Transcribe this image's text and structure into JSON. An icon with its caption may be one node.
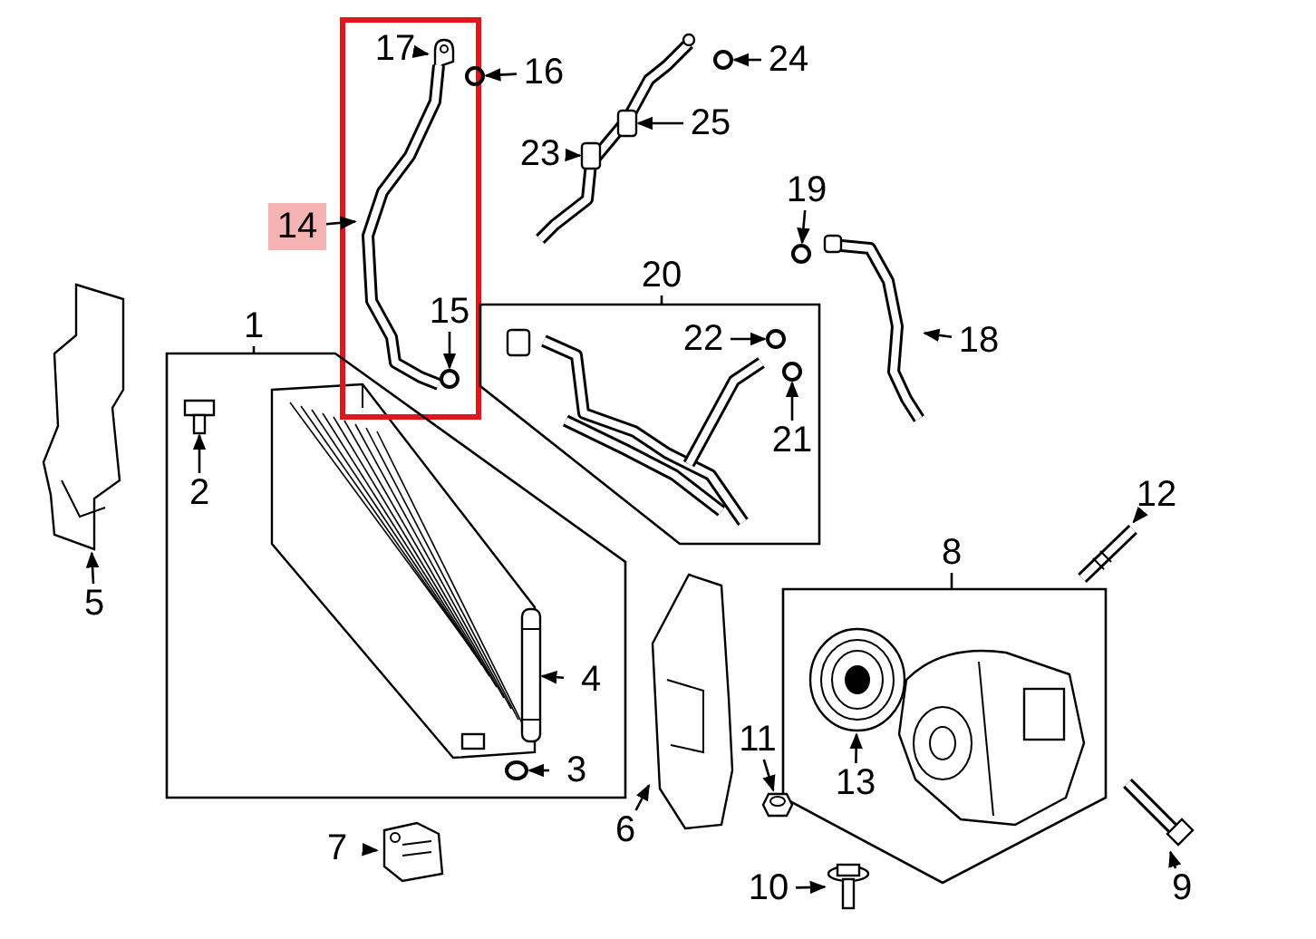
{
  "diagram": {
    "nodes": [
      {
        "text": [
          "17"
        ]
      },
      {
        "text": [],
        "shape": "picture"
      },
      {
        "text": [
          "16"
        ]
      },
      {
        "text": [],
        "shape": "circle"
      },
      {
        "text": [
          "24"
        ]
      },
      {
        "text": [],
        "shape": "circle"
      },
      {
        "text": [
          "23"
        ]
      },
      {
        "text": [],
        "shape": "box"
      },
      {
        "text": [
          "25"
        ]
      },
      {
        "text": [],
        "shape": "box"
      },
      {
        "text": [
          "14"
        ]
      },
      {
        "text": [],
        "shape": "picture"
      },
      {
        "text": [
          "19"
        ]
      },
      {
        "text": [],
        "shape": "circle"
      },
      {
        "text": [
          "18"
        ]
      },
      {
        "text": [],
        "shape": "picture"
      },
      {
        "text": [
          "15"
        ]
      },
      {
        "text": [],
        "shape": "circle"
      },
      {
        "text": [
          "20"
        ]
      },
      {
        "text": [],
        "shape": "box"
      },
      {
        "text": [
          "22"
        ],
        "in": 19
      },
      {
        "text": [],
        "shape": "circle",
        "in": 19
      },
      {
        "text": [
          "21"
        ],
        "in": 19
      },
      {
        "text": [],
        "shape": "circle",
        "in": 19
      },
      {
        "text": [
          "1"
        ]
      },
      {
        "text": [],
        "shape": "box"
      },
      {
        "text": [
          "2"
        ],
        "in": 25
      },
      {
        "text": [],
        "shape": "picture",
        "in": 25
      },
      {
        "text": [
          "4"
        ],
        "in": 25
      },
      {
        "text": [],
        "shape": "picture",
        "in": 25
      },
      {
        "text": [
          "3"
        ],
        "in": 25
      },
      {
        "text": [],
        "shape": "circle",
        "in": 25
      },
      {
        "text": [
          "12"
        ]
      },
      {
        "text": [],
        "shape": "picture"
      },
      {
        "text": [
          "8"
        ]
      },
      {
        "text": [],
        "shape": "box"
      },
      {
        "text": [
          "13"
        ],
        "in": 35
      },
      {
        "text": [],
        "shape": "picture",
        "in": 35
      },
      {
        "text": [
          "5"
        ]
      },
      {
        "text": [],
        "shape": "picture"
      },
      {
        "text": [
          "11"
        ]
      },
      {
        "text": [],
        "shape": "picture"
      },
      {
        "text": [
          "6"
        ]
      },
      {
        "text": [],
        "shape": "picture"
      },
      {
        "text": [
          "7"
        ]
      },
      {
        "text": [],
        "shape": "picture"
      },
      {
        "text": [
          "10"
        ]
      },
      {
        "text": [],
        "shape": "picture"
      },
      {
        "text": [
          "9"
        ]
      },
      {
        "text": [],
        "shape": "picture"
      }
    ],
    "edges": [
      {
        "from": 0,
        "to": 1,
        "arrow": "to"
      },
      {
        "from": 2,
        "to": 3,
        "arrow": "to"
      },
      {
        "from": 4,
        "to": 5,
        "arrow": "to"
      },
      {
        "from": 6,
        "to": 7,
        "arrow": "to"
      },
      {
        "from": 8,
        "to": 9,
        "arrow": "to"
      },
      {
        "from": 10,
        "to": 11,
        "arrow": "to"
      },
      {
        "from": 12,
        "to": 13,
        "arrow": "to"
      },
      {
        "from": 14,
        "to": 15,
        "arrow": "to"
      },
      {
        "from": 16,
        "to": 17,
        "arrow": "to"
      },
      {
        "from": 18,
        "to": 19,
        "arrow": "none"
      },
      {
        "from": 20,
        "to": 21,
        "arrow": "to"
      },
      {
        "from": 22,
        "to": 23,
        "arrow": "to"
      },
      {
        "from": 24,
        "to": 25,
        "arrow": "none"
      },
      {
        "from": 26,
        "to": 27,
        "arrow": "to"
      },
      {
        "from": 28,
        "to": 29,
        "arrow": "to"
      },
      {
        "from": 30,
        "to": 31,
        "arrow": "to"
      },
      {
        "from": 32,
        "to": 33,
        "arrow": "to"
      },
      {
        "from": 34,
        "to": 35,
        "arrow": "none"
      },
      {
        "from": 36,
        "to": 37,
        "arrow": "to"
      },
      {
        "from": 38,
        "to": 39,
        "arrow": "to"
      },
      {
        "from": 40,
        "to": 41,
        "arrow": "to"
      },
      {
        "from": 42,
        "to": 43,
        "arrow": "to"
      },
      {
        "from": 44,
        "to": 45,
        "arrow": "to"
      },
      {
        "from": 46,
        "to": 47,
        "arrow": "to"
      },
      {
        "from": 48,
        "to": 49,
        "arrow": "to"
      }
    ]
  }
}
